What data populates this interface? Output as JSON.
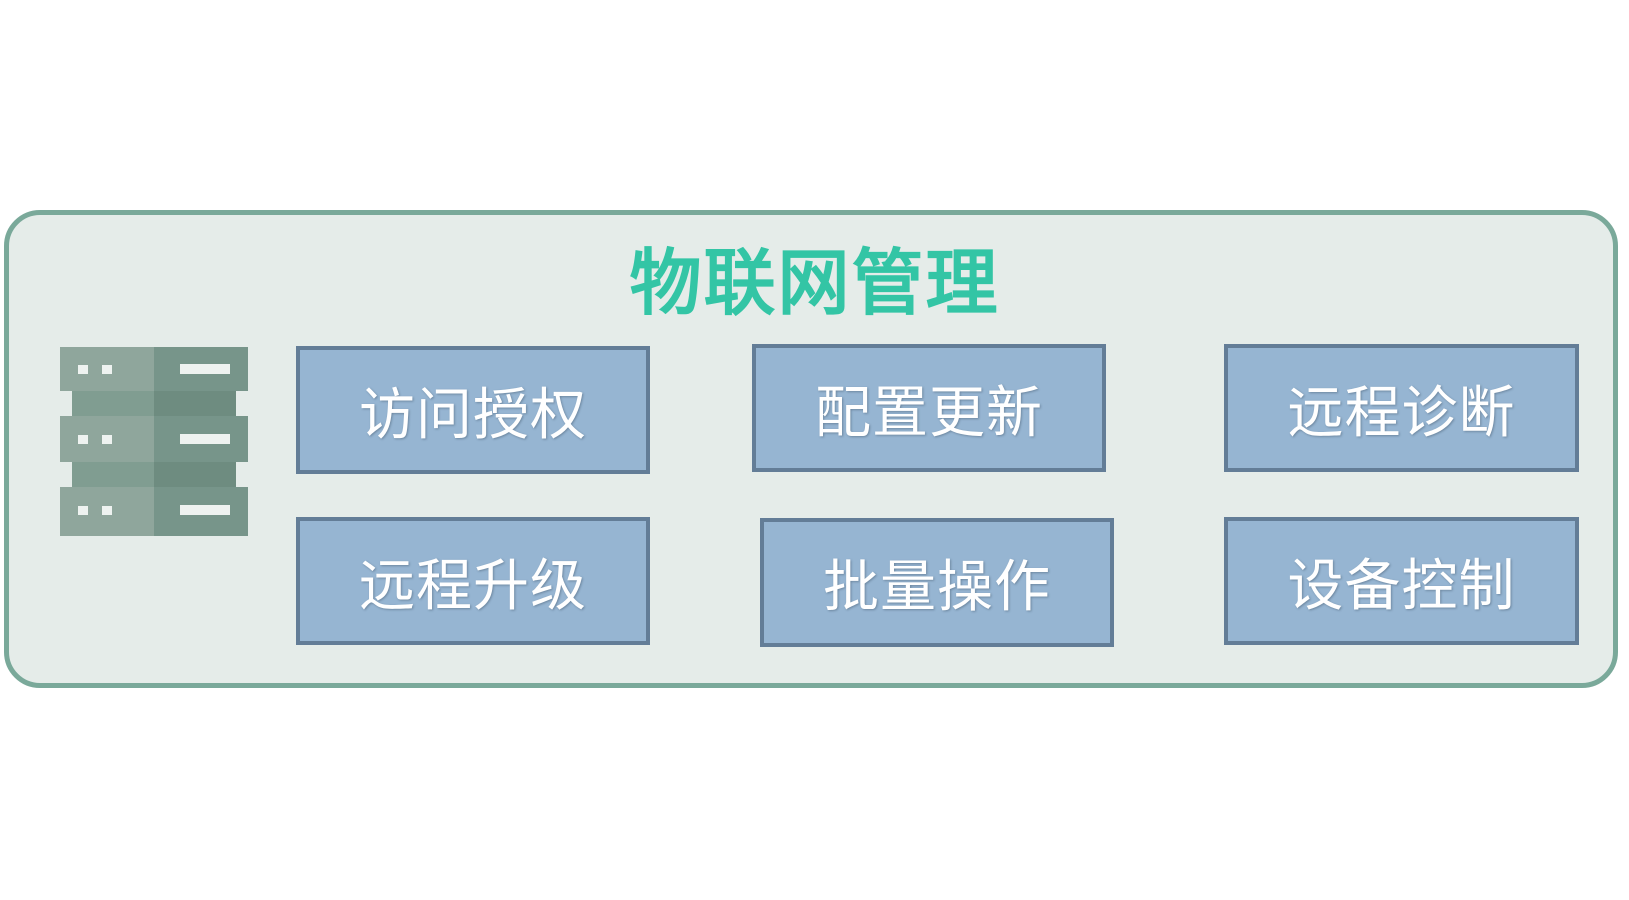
{
  "title": "物联网管理",
  "icon": "server-rack-icon",
  "functions": [
    "访问授权",
    "配置更新",
    "远程诊断",
    "远程升级",
    "批量操作",
    "设备控制"
  ],
  "colors": {
    "title": "#33c5a5",
    "panel_background": "#e5ece9",
    "panel_border": "#7aa99a",
    "box_fill": "#96b5d2",
    "box_border": "#637d97",
    "box_text": "#ffffff",
    "icon_light": "#8fa69c",
    "icon_dark": "#6e8c80"
  }
}
